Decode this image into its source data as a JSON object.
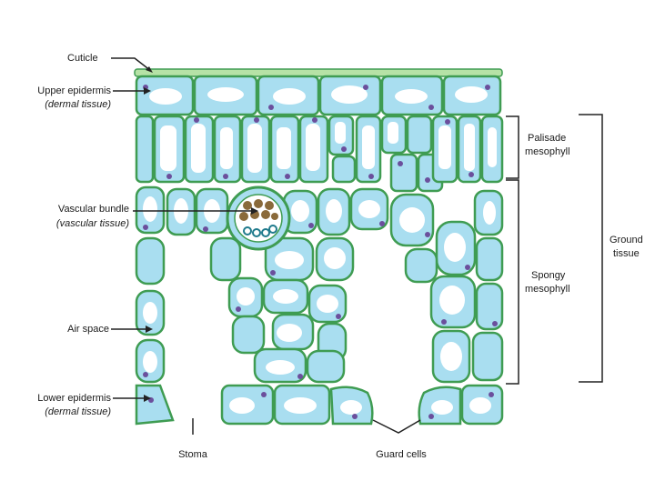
{
  "labels": {
    "cuticle": "Cuticle",
    "upper_epidermis": "Upper epidermis",
    "upper_epidermis_sub": "(dermal tissue)",
    "vascular_bundle": "Vascular bundle",
    "vascular_bundle_sub": "(vascular tissue)",
    "air_space": "Air space",
    "lower_epidermis": "Lower epidermis",
    "lower_epidermis_sub": "(dermal tissue)",
    "stoma": "Stoma",
    "guard_cells": "Guard cells",
    "palisade_line1": "Palisade",
    "palisade_line2": "mesophyll",
    "spongy_line1": "Spongy",
    "spongy_line2": "mesophyll",
    "ground_line1": "Ground",
    "ground_line2": "tissue"
  },
  "colors": {
    "cell_fill": "#a9def0",
    "cell_wall": "#3f9c52",
    "intercellular": "#b6e2a6",
    "vacuole": "#ffffff",
    "nucleus": "#6b4f9c",
    "xylem": "#8a6a3a",
    "phloem": "#1f7a8c",
    "leader_line": "#222222"
  }
}
